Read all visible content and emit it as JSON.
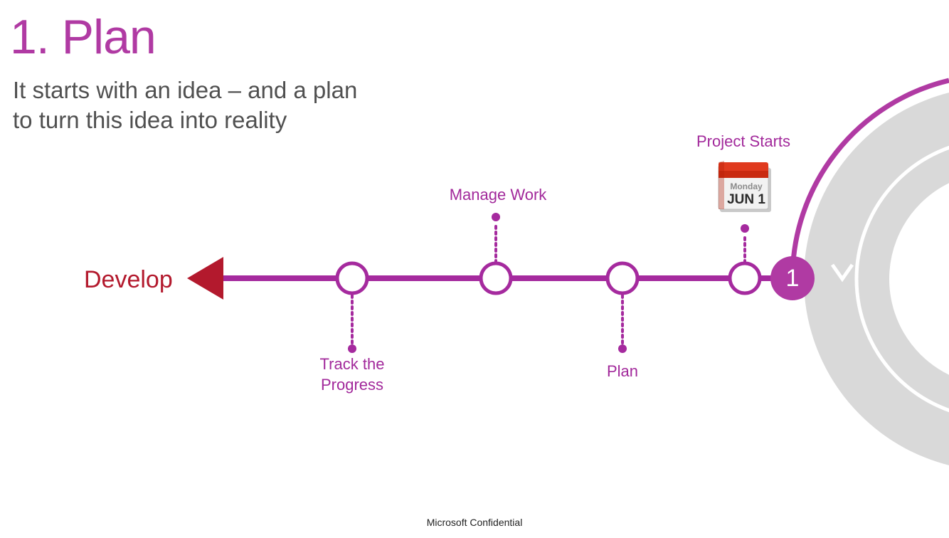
{
  "slide": {
    "title": "1. Plan",
    "subtitle_line1": "It starts with an idea – and a plan",
    "subtitle_line2": "to turn this idea into reality",
    "footer": "Microsoft Confidential"
  },
  "timeline": {
    "end_label": "Develop",
    "stage_number": "1",
    "milestones": [
      {
        "label": "Project Starts",
        "position": "top"
      },
      {
        "label": "Manage Work",
        "position": "top"
      },
      {
        "label": "Plan",
        "position": "bottom"
      },
      {
        "label": "Track the",
        "label2": "Progress",
        "position": "bottom"
      }
    ]
  },
  "calendar": {
    "day": "Monday",
    "date": "JUN 1"
  },
  "colors": {
    "accent": "#b03aa3",
    "line": "#a52a9e",
    "arrow": "#b3192d",
    "ring": "#d9d9d9"
  }
}
